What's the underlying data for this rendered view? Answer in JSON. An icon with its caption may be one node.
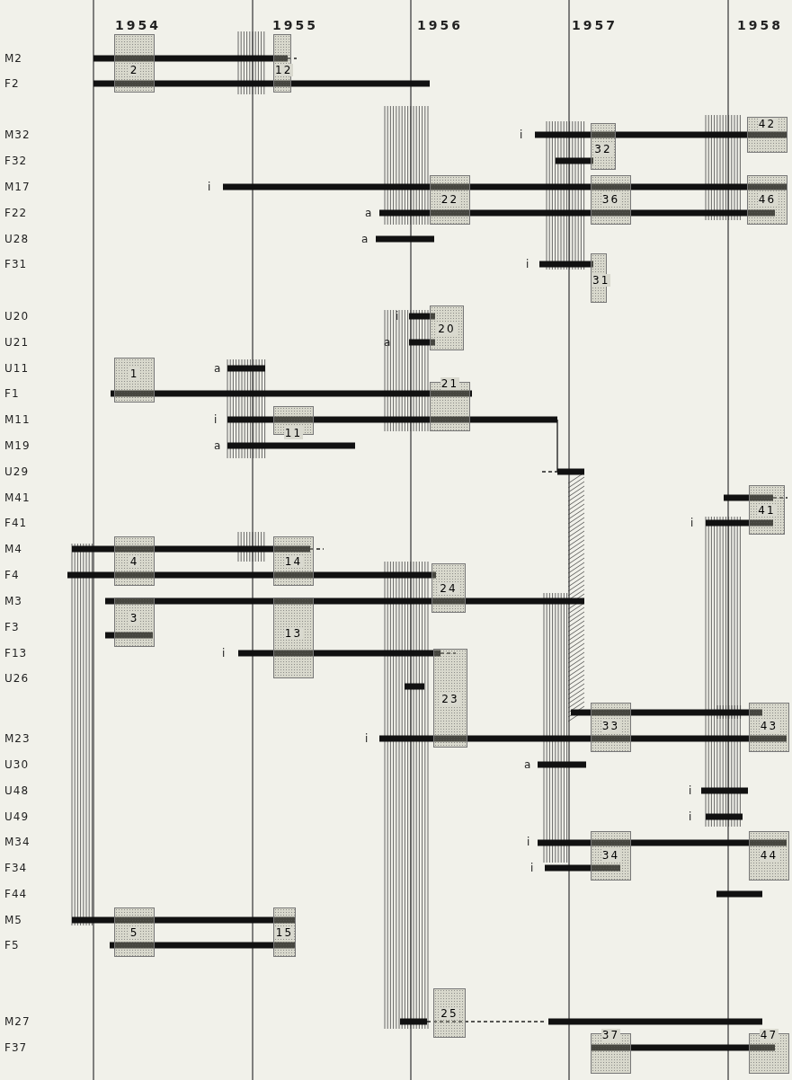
{
  "diagram": {
    "nodes": [
      {
        "text": [
          "2"
        ]
      },
      {
        "text": [
          "12"
        ]
      },
      {
        "text": [
          "42"
        ]
      },
      {
        "text": [
          "32"
        ]
      },
      {
        "text": [
          "22"
        ]
      },
      {
        "text": [
          "36"
        ]
      },
      {
        "text": [
          "46"
        ]
      },
      {
        "text": [
          "31"
        ]
      },
      {
        "text": [
          "20"
        ]
      },
      {
        "text": [
          "1"
        ]
      },
      {
        "text": [
          "21"
        ]
      },
      {
        "text": [
          "11"
        ]
      },
      {
        "text": [
          "41"
        ]
      },
      {
        "text": [
          "4"
        ]
      },
      {
        "text": [
          "14"
        ]
      },
      {
        "text": [
          "24"
        ]
      },
      {
        "text": [
          "3"
        ]
      },
      {
        "text": [
          "13"
        ]
      },
      {
        "text": [
          "23"
        ]
      },
      {
        "text": [
          "33"
        ]
      },
      {
        "text": [
          "43"
        ]
      },
      {
        "text": [
          "34"
        ]
      },
      {
        "text": [
          "44"
        ]
      },
      {
        "text": [
          "5"
        ]
      },
      {
        "text": [
          "15"
        ]
      },
      {
        "text": [
          "25"
        ]
      },
      {
        "text": [
          "37"
        ]
      },
      {
        "text": [
          "47"
        ]
      }
    ],
    "labels": [
      "1954",
      "1955",
      "1956",
      "1957",
      "1958",
      "M2",
      "F2",
      "M32",
      "i",
      "F32",
      "M17",
      "i",
      "F22",
      "a",
      "U28",
      "a",
      "F31",
      "i",
      "U20",
      "i",
      "U21",
      "a",
      "U11",
      "a",
      "F1",
      "M11",
      "i",
      "M19",
      "a",
      "U29",
      "M41",
      "F41",
      "i",
      "M4",
      "F4",
      "M3",
      "F3",
      "F13",
      "i",
      "U26",
      "M23",
      "i",
      "U30",
      "a",
      "U48",
      "i",
      "U49",
      "i",
      "M34",
      "i",
      "F34",
      "i",
      "F44",
      "M5",
      "F5",
      "M27",
      "F37"
    ]
  }
}
